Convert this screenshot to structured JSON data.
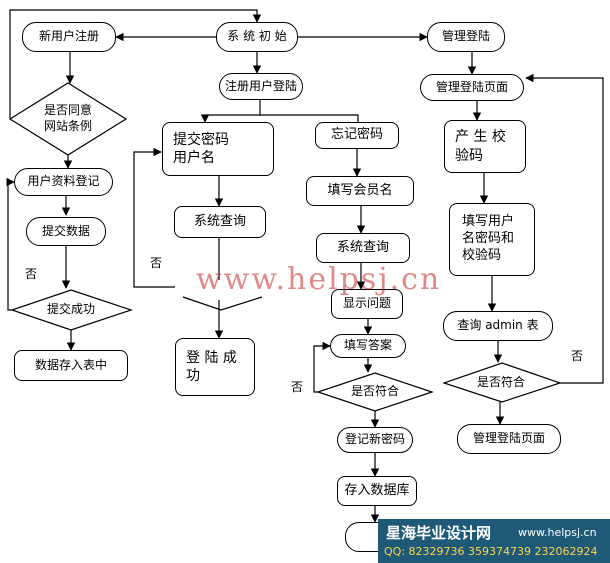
{
  "nodes": {
    "system_init": "系 统 初 始",
    "new_user_register": "新用户注册",
    "admin_login": "管理登陆",
    "agree_terms": "是否同意\n网站条例",
    "register_login": "注册用户登陆",
    "admin_login_page": "管理登陆页面",
    "user_info_register": "用户资料登记",
    "submit_data": "提交数据",
    "submit_success": "提交成功",
    "store_in_table": "数据存入表中",
    "submit_password_username": "提交密码\n用户名",
    "system_query_1": "系统查询",
    "login_success": "登 陆 成\n功",
    "forgot_password": "忘记密码",
    "fill_member_name": "填写会员名",
    "system_query_2": "系统查询",
    "show_question": "显示问题",
    "fill_answer": "填写答案",
    "match_1": "是否符合",
    "record_new_password": "登记新密码",
    "save_database": "存入数据库",
    "generate_code": "产 生 校\n验码",
    "fill_user_pass_code": "填写用户\n名密码和\n校验码",
    "query_admin_table": "查询 admin 表",
    "match_2": "是否符合",
    "admin_login_page_2": "管理登陆页面"
  },
  "labels": {
    "no_1": "否",
    "no_2": "否",
    "no_3": "否",
    "no_4": "否"
  },
  "watermark": "www.helpsj.cn",
  "banner": {
    "name": "星海毕业设计网",
    "url": "www.helpsj.cn",
    "contact": "QQ: 82329736  359374739  232062924"
  }
}
